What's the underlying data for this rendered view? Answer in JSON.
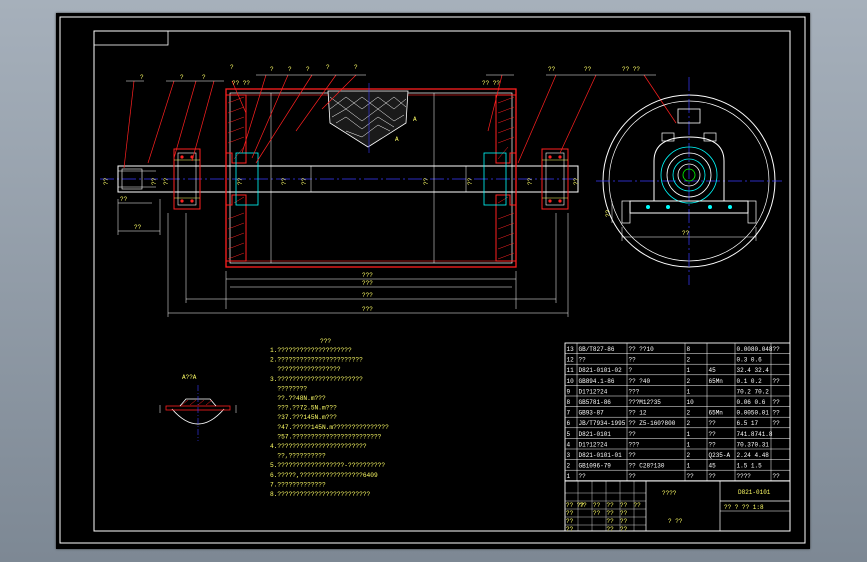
{
  "drawing": {
    "section_label": "A??A",
    "section_mark": "A",
    "view_title": "???",
    "callouts_left": [
      "?",
      "?",
      "?",
      "?",
      "?? ??",
      "?",
      "?",
      "?",
      "?",
      "?"
    ],
    "callouts_right": [
      "?? ??",
      "??",
      "??",
      "?? ??"
    ],
    "dims": {
      "shaft_dia": "??",
      "d1": "??",
      "d2": "??",
      "d3": "??",
      "d4": "??",
      "d5": "??",
      "d6": "??",
      "len1": "???",
      "len2": "???",
      "len3": "???",
      "len4": "???",
      "small1": "??",
      "small2": "??",
      "end_w": "??",
      "end_dim": "??"
    }
  },
  "notes": {
    "title": "???",
    "lines": [
      "1.????????????????????",
      "2.???????????????????????",
      "  ?????????????????",
      "3.???????????????????????",
      "  ????????",
      "  ??.??48N.m???",
      "  ???.??72.5N.m???",
      "  ?37.???145N.m???",
      "  ?47.?????145N.m???????????????",
      "  ?57.????????????????????????",
      "4.????????????????????????",
      "  ??,??????????",
      "5.??????????????????-??????????",
      "6.?????,?????????????????6409",
      "7.?????????????",
      "8.?????????????????????????"
    ]
  },
  "bom": {
    "rows": [
      [
        "13",
        "GB/T827-86",
        "?? ??10",
        "8",
        "",
        "0.0080.048",
        "??"
      ],
      [
        "12",
        "??",
        "??",
        "2",
        "",
        "0.3 0.6",
        ""
      ],
      [
        "11",
        "D821-0101-02",
        "?",
        "1",
        "45",
        "32.4 32.4",
        ""
      ],
      [
        "10",
        "GB894.1-86",
        "?? ?40",
        "2",
        "65Mn",
        "0.1 0.2",
        "??"
      ],
      [
        "9",
        "D1?12?24",
        "???",
        "1",
        "",
        "70.2 70.2",
        ""
      ],
      [
        "8",
        "GB5781-86",
        "???M12?35",
        "10",
        "",
        "0.06 0.6",
        "??"
      ],
      [
        "7",
        "GB93-87",
        "?? 12",
        "2",
        "65Mn",
        "0.0050.01",
        "??"
      ],
      [
        "6",
        "JB/T7934-1995",
        "?? Z5-160?800",
        "2",
        "??",
        "6.5 17",
        "??"
      ],
      [
        "5",
        "D821-0101",
        "??",
        "1",
        "??",
        "741.8741.8",
        ""
      ],
      [
        "4",
        "D1?12?24",
        "???",
        "1",
        "??",
        "70.370.31",
        ""
      ],
      [
        "3",
        "D821-0101-01",
        "??",
        "2",
        "Q235-A",
        "2.24 4.48",
        ""
      ],
      [
        "2",
        "GB1096-79",
        "?? C28?130",
        "1",
        "45",
        "1.5 1.5",
        ""
      ],
      [
        "1",
        "??",
        "??",
        "??",
        "??",
        "????",
        "??"
      ]
    ],
    "title_block": {
      "drawing_name": "????",
      "drawing_no": "D821-0101",
      "scale_row": "?? ? ?? 1:8",
      "org": "? ??",
      "sign_rows": [
        [
          "?? ??",
          "??",
          "??",
          "??",
          "??",
          "??"
        ],
        [
          "??",
          "",
          "??",
          "??",
          "??",
          ""
        ],
        [
          "??",
          "",
          "",
          "??",
          "??",
          ""
        ],
        [
          "??",
          "",
          "",
          "??",
          "??",
          ""
        ]
      ]
    }
  },
  "colors": {
    "background_outer": "#8a95a0",
    "sheet": "#000000",
    "line_white": "#ffffff",
    "line_red": "#ff2020",
    "line_yellow": "#ffff66",
    "line_cyan": "#00ffff",
    "line_blue": "#3a3aff",
    "line_green": "#00ff00",
    "line_magenta": "#ff00ff"
  }
}
